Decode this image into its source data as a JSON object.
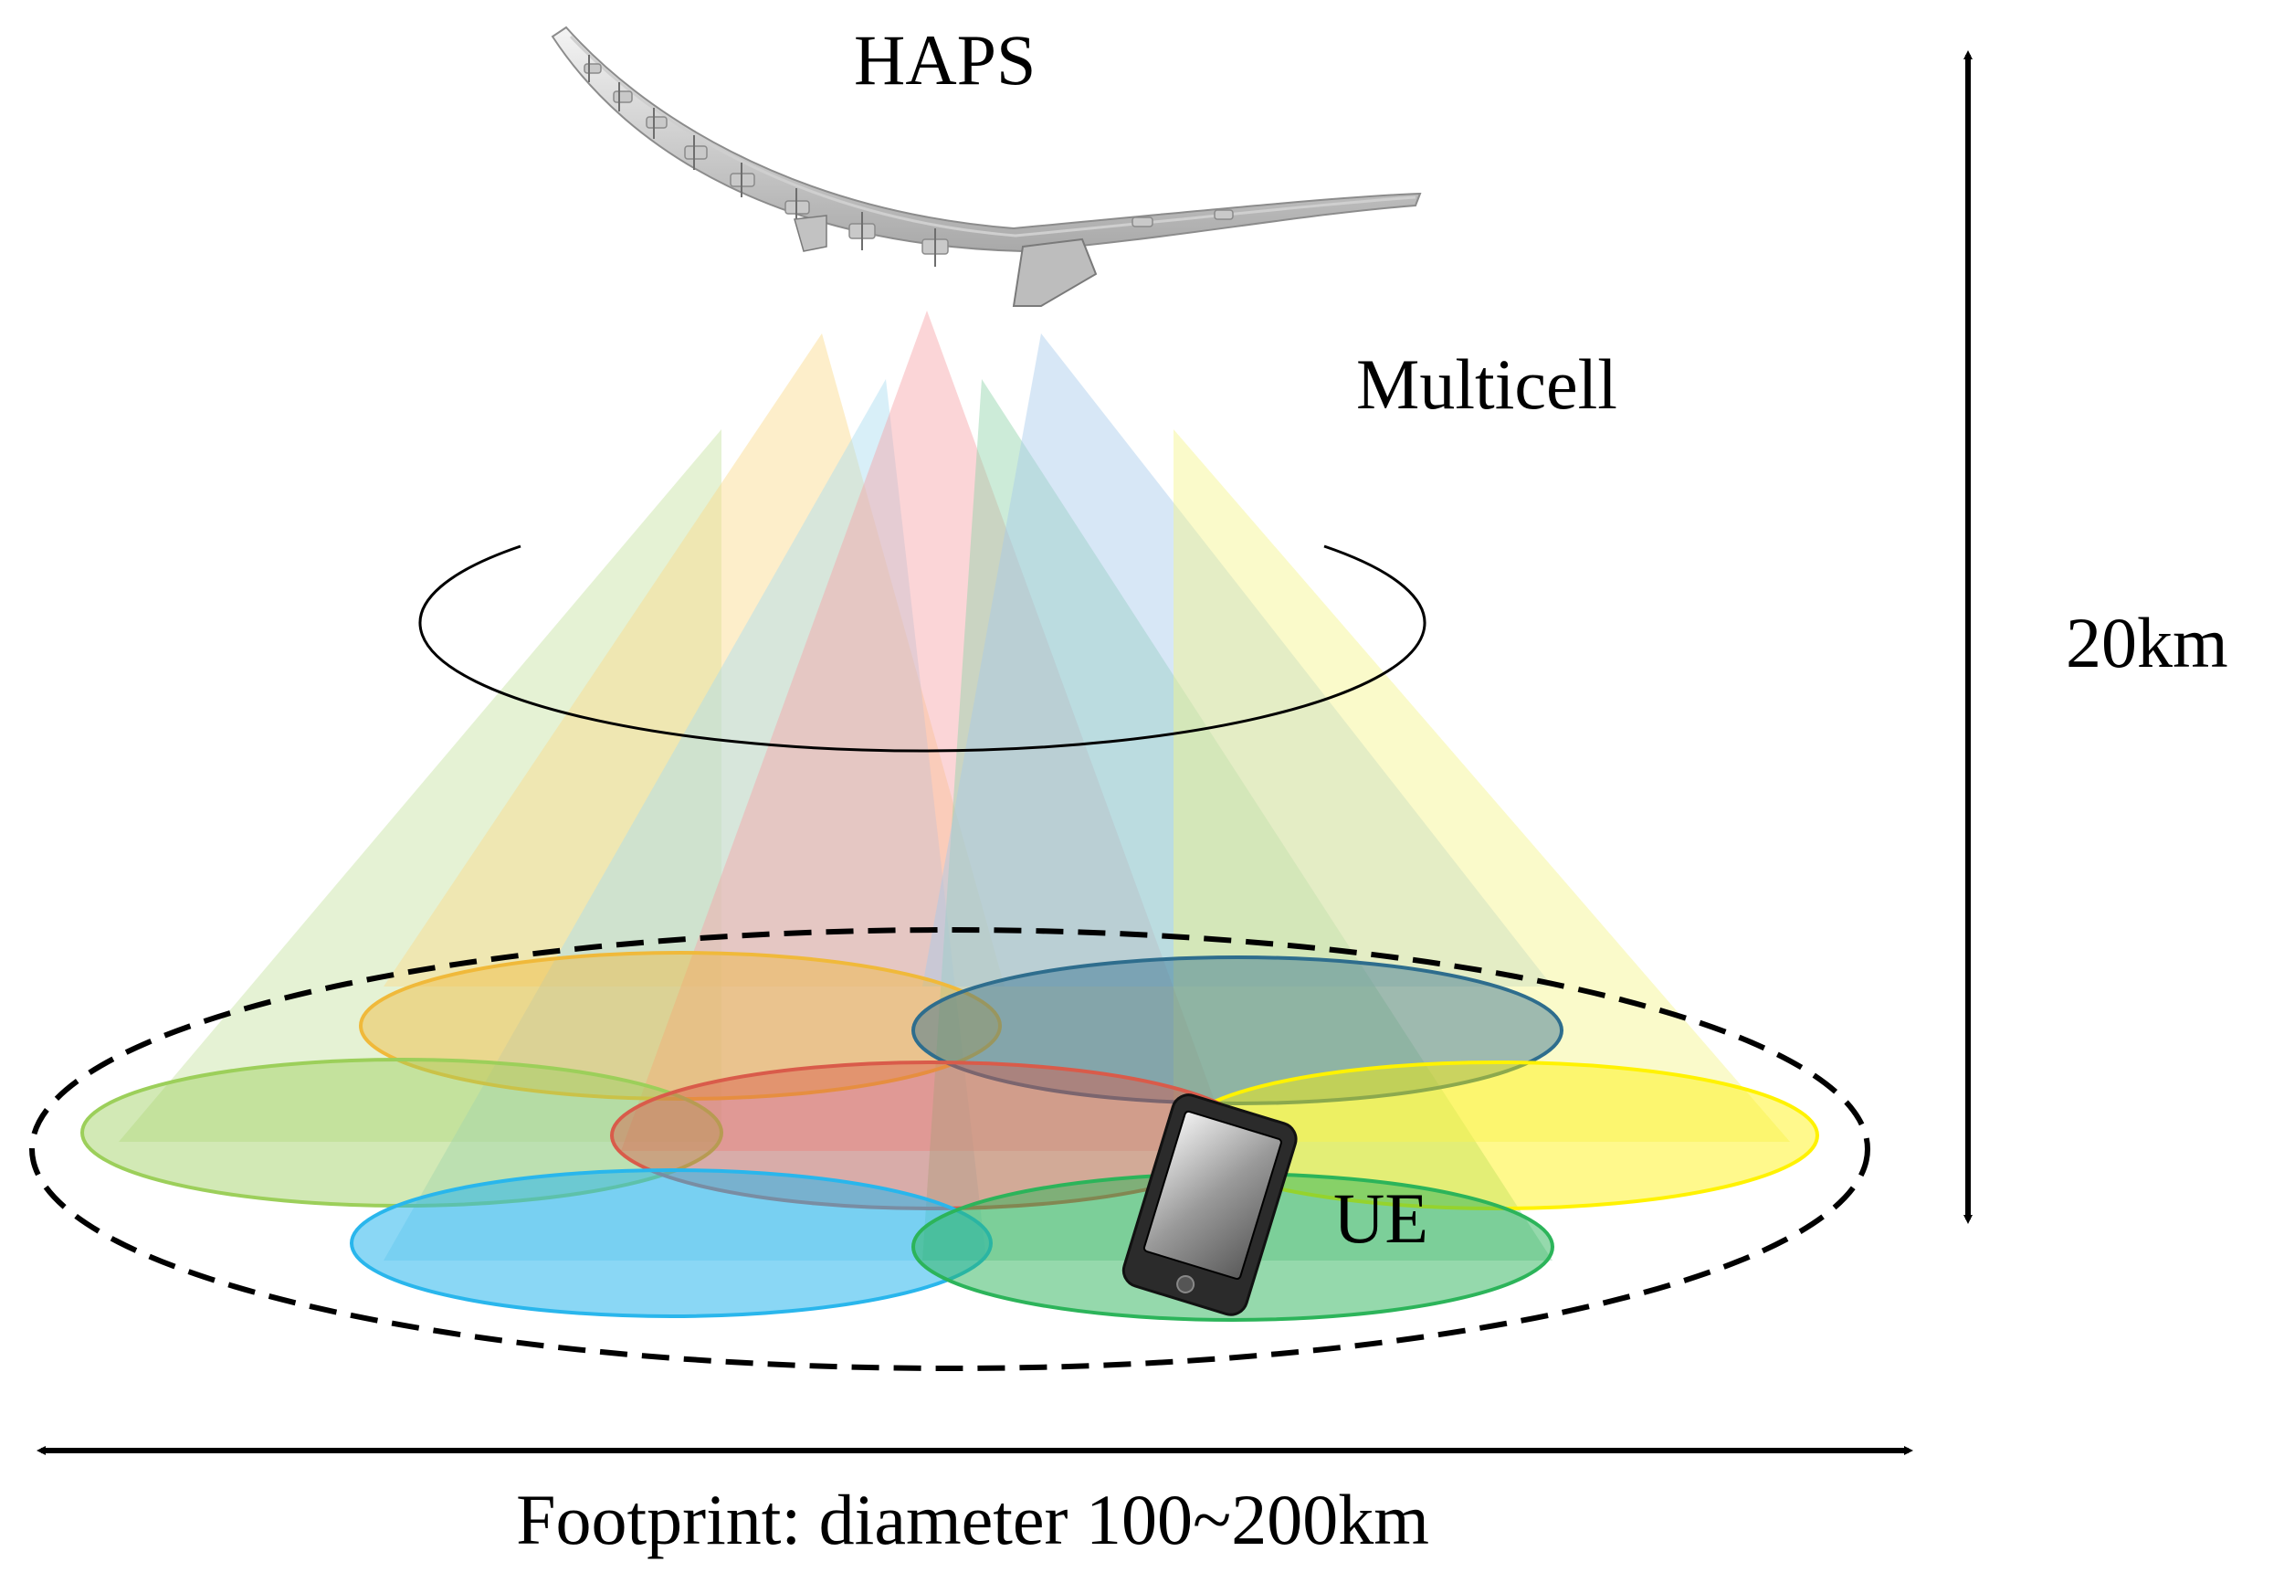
{
  "labels": {
    "haps": "HAPS",
    "multicell": "Multicell",
    "altitude": "20km",
    "ue": "UE",
    "footprint": "Footprint: diameter 100~200km"
  },
  "colors": {
    "beam_light_green": "#c6e3a0",
    "beam_light_orange": "#fbd98a",
    "beam_light_cyan": "#a8dcef",
    "beam_pink": "#f7a2a6",
    "beam_green": "#8fd3a9",
    "beam_light_blue": "#a7c9ea",
    "beam_yellow": "#f3f48a",
    "cell_orange": "#f0b93a",
    "cell_green": "#9ccf5a",
    "cell_yellow": "#fff200",
    "cell_red": "#d95b4a",
    "cell_blue": "#29b6ec",
    "cell_emerald": "#2cb45a",
    "cell_navy": "#2e6d8d"
  },
  "icons": [
    "haps-aircraft-icon",
    "smartphone-icon"
  ]
}
